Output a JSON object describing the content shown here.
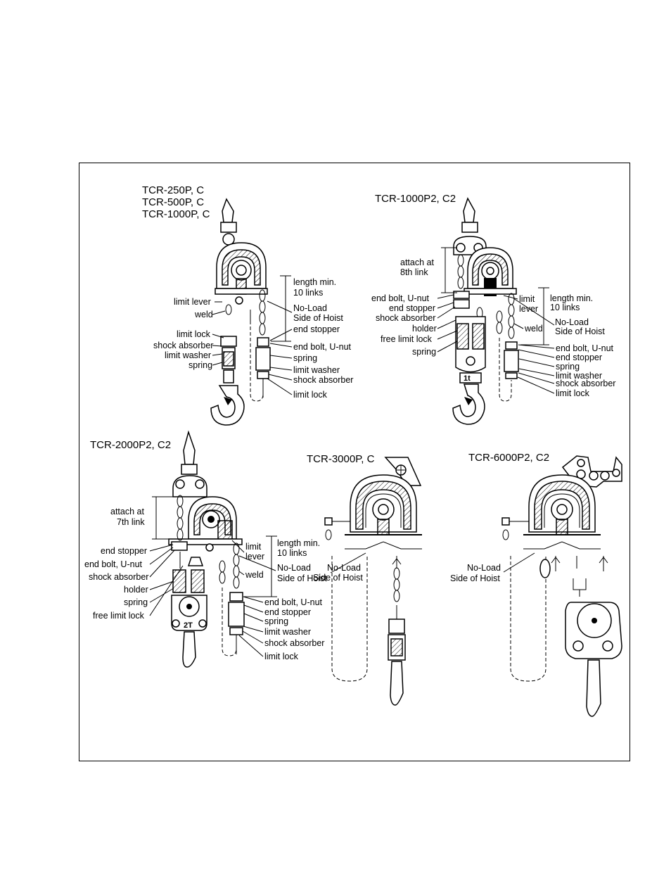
{
  "figures": {
    "tcr250": {
      "titles": [
        "TCR-250P, C",
        "TCR-500P, C",
        "TCR-1000P, C"
      ],
      "left_labels": [
        "limit lever",
        "weld",
        "limit lock",
        "shock absorber",
        "limit washer",
        "spring"
      ],
      "right_labels": [
        "length min.",
        "10 links",
        "No-Load",
        "Side of Hoist",
        "end stopper",
        "end bolt, U-nut",
        "spring",
        "limit washer",
        "shock absorber",
        "limit lock"
      ]
    },
    "tcr1000p2": {
      "title": "TCR-1000P2, C2",
      "attach": [
        "attach at",
        "8th link"
      ],
      "left_labels": [
        "end bolt, U-nut",
        "end stopper",
        "shock absorber",
        "holder",
        "free limit lock",
        "spring"
      ],
      "right_labels": [
        "limit",
        "lever",
        "length min.",
        "10 links",
        "weld",
        "No-Load",
        "Side of Hoist",
        "end bolt, U-nut",
        "end stopper",
        "spring",
        "limit washer",
        "shock absorber",
        "limit lock"
      ],
      "badge": "1t"
    },
    "tcr2000": {
      "title": "TCR-2000P2, C2",
      "attach": [
        "attach at",
        "7th link"
      ],
      "left_labels": [
        "end stopper",
        "end bolt, U-nut",
        "shock absorber",
        "holder",
        "spring",
        "free limit lock"
      ],
      "right_labels": [
        "limit",
        "lever",
        "length min.",
        "10 links",
        "No-Load",
        "Side of Hoist",
        "weld",
        "end bolt, U-nut",
        "end stopper",
        "spring",
        "limit washer",
        "shock absorber",
        "limit lock"
      ],
      "badge": "2T"
    },
    "tcr3000": {
      "title": "TCR-3000P, C",
      "labels": [
        "No-Load",
        "Side of Hoist"
      ]
    },
    "tcr6000": {
      "title": "TCR-6000P2, C2",
      "labels": [
        "No-Load",
        "Side of Hoist"
      ]
    }
  }
}
